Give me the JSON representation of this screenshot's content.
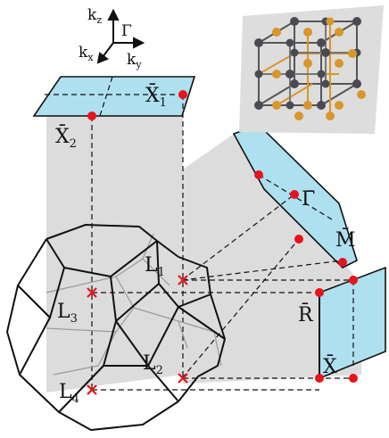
{
  "axes": {
    "kz": {
      "main": "k",
      "sub": "z"
    },
    "gamma": "Γ",
    "kx": {
      "main": "k",
      "sub": "x"
    },
    "ky": {
      "main": "k",
      "sub": "y"
    }
  },
  "labels": {
    "X1_bar": {
      "main": "X̄",
      "sub": "1"
    },
    "X2_bar": {
      "main": "X̄",
      "sub": "2"
    },
    "Gamma_bar": "Γ̄",
    "M_bar": "M̄",
    "R_bar": "R̄",
    "X_bar": "X̄",
    "L1": {
      "main": "L",
      "sub": "1"
    },
    "L2": {
      "main": "L",
      "sub": "2"
    },
    "L3": {
      "main": "L",
      "sub": "3"
    },
    "L4": {
      "main": "L",
      "sub": "4"
    }
  },
  "colors": {
    "plane_fill": "#aee0f0",
    "plane_stroke": "#111111",
    "point_red": "#e8141b",
    "projection_shade": "#dcdcdc",
    "atom_orange": "#d9962a",
    "atom_gray": "#4a4a52"
  }
}
